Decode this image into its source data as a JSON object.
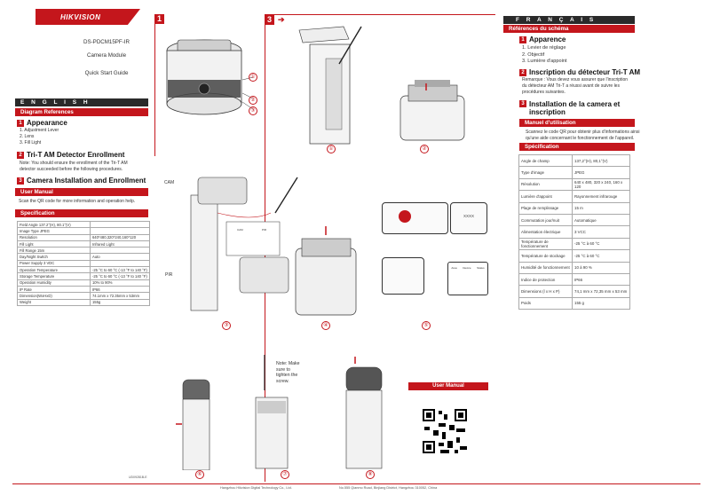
{
  "brand": {
    "logo": "HIKVISION"
  },
  "cover": {
    "model": "DS-PDCM15PF-IR",
    "product": "Camera Module",
    "guide": "Quick Start Guide"
  },
  "english": {
    "lang": "E N G L I S H",
    "diagram_refs": "Diagram References",
    "s1_title": "Appearance",
    "s1_items": [
      "1. Adjustment Lever",
      "2. Lens",
      "3. Fill Light"
    ],
    "s2_title": "Tri-T AM Detector Enrollment",
    "s2_note_1": "Note: You should ensure the enrollment of the Tri-T AM",
    "s2_note_2": "detector succeeded before the following procedures.",
    "s3_title": "Camera Installation and Enrollment",
    "user_manual": "User Manual",
    "scan": "Scan the QR code for more information and operation help.",
    "specification": "Specification",
    "spec_rows": [
      [
        "Field Angle 137.2°(H), 80.1°(V)",
        ""
      ],
      [
        "Image Type JPEG",
        ""
      ],
      [
        "Resolution",
        "640*480,320*240,160*120"
      ],
      [
        "Fill Light",
        "Infrared Light"
      ],
      [
        "Fill Range 15m",
        ""
      ],
      [
        "Day/Night Switch",
        "Auto"
      ],
      [
        "Power Supply 3 VDC",
        ""
      ],
      [
        "Operation Temperature",
        "-25 °C to 60 °C (-13 °F to 140 °F)"
      ],
      [
        "Storage Temperature",
        "-25 °C to 60 °C (-13 °F to 140 °F)"
      ],
      [
        "Operation Humidity",
        "10% to 90%"
      ],
      [
        "IP Rate",
        "IP66"
      ],
      [
        "Dimension(WxHxD)",
        "74.1mm x 72.35mm x 53mm"
      ],
      [
        "Weight",
        "155g"
      ]
    ],
    "doc_id": "UD09281B-E"
  },
  "francais": {
    "lang": "F R A N Ç A I S",
    "refs": "Références du schéma",
    "s1_title": "Apparence",
    "s1_items": [
      "1. Levier de réglage",
      "2. Objectif",
      "3. Lumière d'appoint"
    ],
    "s2_title": "Inscription du détecteur Tri-T AM",
    "s2_note_1": "Remarque : Vous devez vous assurer que l'inscription",
    "s2_note_2": "du détecteur AM Tri-T a réussi avant de suivre les",
    "s2_note_3": "procédures suivantes.",
    "s3_title_1": "Installation de la camera et",
    "s3_title_2": "inscription",
    "manual": "Manuel d'utilisation",
    "scan_1": "Scannez le code QR pour obtenir plus d'informations ainsi",
    "scan_2": "qu'une aide concernant le fonctionnement de l'appareil.",
    "specification": "Spécification",
    "spec_rows": [
      [
        "Angle de champ",
        "137,2°(H), 80,1°(V)"
      ],
      [
        "Type d'image",
        "JPEG"
      ],
      [
        "Résolution",
        "640 x 480, 320 x 240, 160 x 120"
      ],
      [
        "Lumière d'appoint",
        "Rayonnement infrarouge"
      ],
      [
        "Plage de remplissage",
        "15 m"
      ],
      [
        "Commutation jour/nuit",
        "Automatique"
      ],
      [
        "Alimentation électrique",
        "3 VCC"
      ],
      [
        "Température de fonctionnement",
        "-25 °C à 60 °C"
      ],
      [
        "Température de stockage",
        "-25 °C à 60 °C"
      ],
      [
        "Humidité de fonctionnement",
        "10 à 90 %"
      ],
      [
        "Indice de protection",
        "IP66"
      ],
      [
        "Dimensions (l x H x P)",
        "74,1 mm x 72,35 mm x 53 mm"
      ],
      [
        "Poids",
        "155 g"
      ]
    ]
  },
  "diagrams": {
    "panel1_num": "1",
    "panel3_num": "3",
    "callouts": [
      "①",
      "②",
      "③"
    ],
    "cam_label": "CAM",
    "pir_label": "PIR",
    "step_nums": [
      "①",
      "②",
      "③",
      "④",
      "⑤",
      "⑥",
      "⑦",
      "⑧"
    ],
    "note_1": "Note: Make",
    "note_2": "sure to",
    "note_3": "tighten the",
    "note_4": "screw.",
    "phone_text": "XXXX",
    "app_cols": [
      "Area",
      "Device",
      "Status"
    ],
    "qr_heading": "User Manual"
  },
  "footer": {
    "company": "Hangzhou Hikvision Digital Technology Co., Ltd.",
    "address": "No.555 Qianmo Road, Binjiang District, Hangzhou 310052, China"
  },
  "colors": {
    "accent": "#c4161c",
    "dark": "#2a2a2a"
  }
}
